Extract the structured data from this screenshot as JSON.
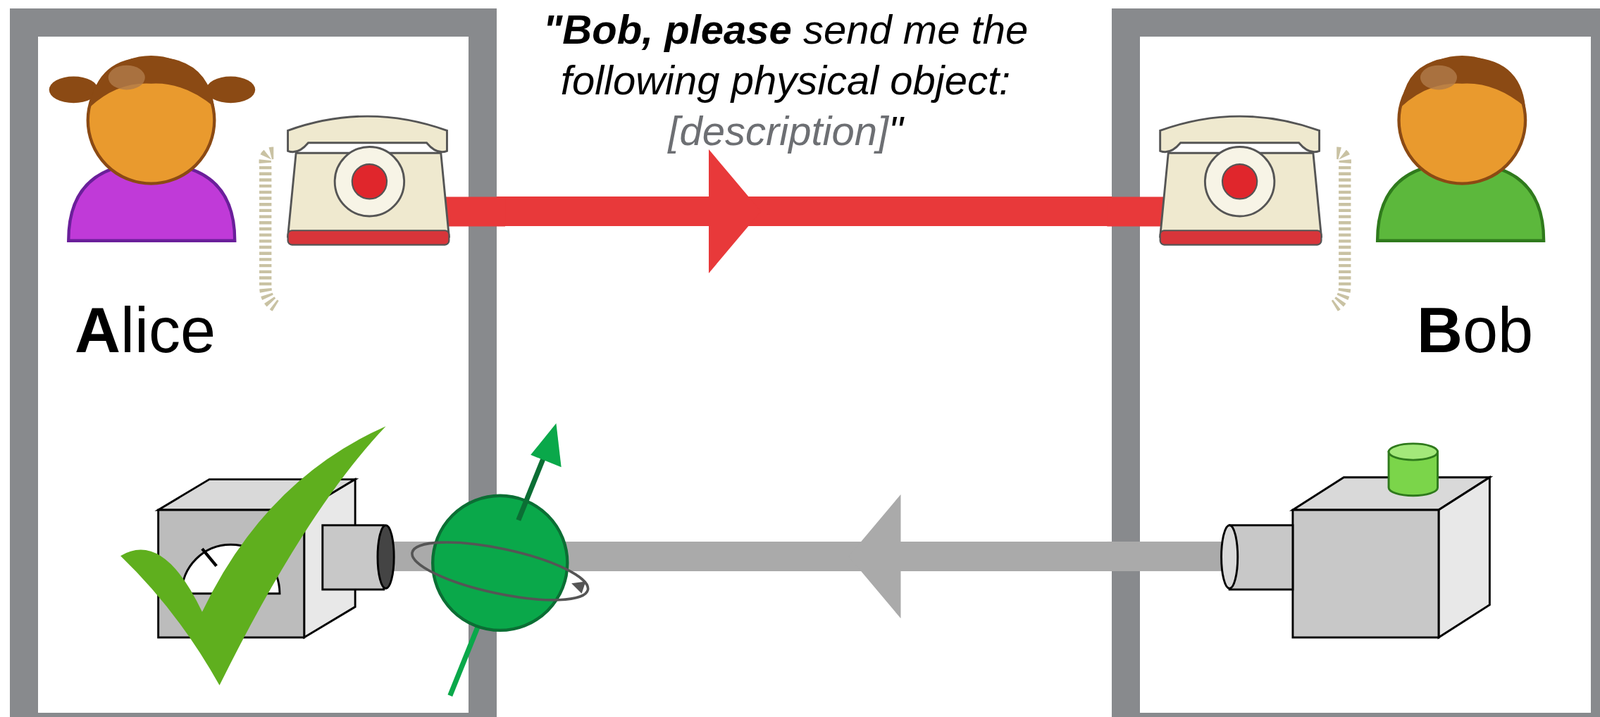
{
  "diagram": {
    "nodes": [
      {
        "text": [
          "Alice"
        ]
      },
      {
        "text": [
          "Bob"
        ]
      }
    ],
    "edges": [
      {
        "from": 0,
        "to": 1,
        "arrow": "to"
      },
      {
        "from": 1,
        "to": 0,
        "arrow": "to"
      }
    ],
    "labels": [
      "\"Bob, please",
      "send me the following physical object:",
      "[description]",
      "\""
    ]
  }
}
